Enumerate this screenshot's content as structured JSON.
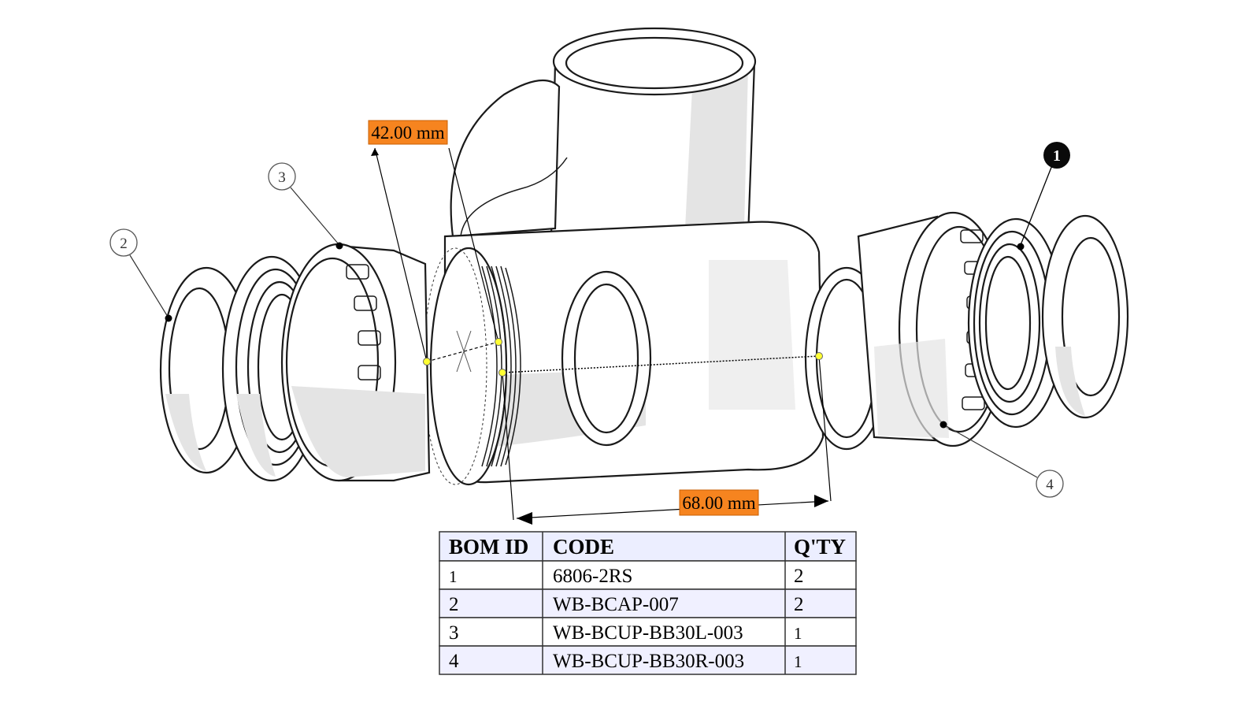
{
  "dimensions": {
    "diameter_label": "42.00 mm",
    "width_label": "68.00 mm",
    "label_color": "#f6841f"
  },
  "balloons": [
    {
      "id": "1",
      "style": "filled"
    },
    {
      "id": "2",
      "style": "outline"
    },
    {
      "id": "3",
      "style": "outline"
    },
    {
      "id": "4",
      "style": "outline"
    }
  ],
  "bom": {
    "headers": {
      "id": "BOM ID",
      "code": "CODE",
      "qty": "Q'TY"
    },
    "header_bg": "#eceeff",
    "stripe_bg": "#f0f0ff",
    "rows": [
      {
        "id": "1",
        "code": "6806-2RS",
        "qty": "2"
      },
      {
        "id": "2",
        "code": "WB-BCAP-007",
        "qty": "2"
      },
      {
        "id": "3",
        "code": "WB-BCUP-BB30L-003",
        "qty": "1"
      },
      {
        "id": "4",
        "code": "WB-BCUP-BB30R-003",
        "qty": "1"
      }
    ]
  }
}
